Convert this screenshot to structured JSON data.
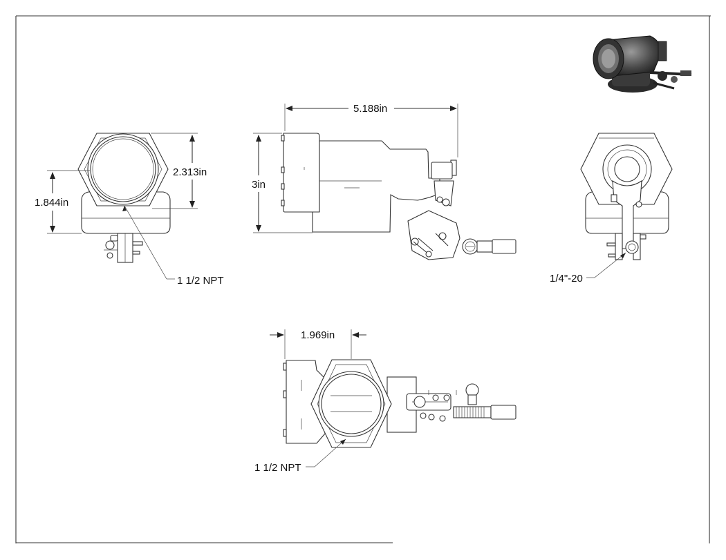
{
  "drawing": {
    "views": {
      "front": {
        "dim_overall_height": "2.313in",
        "dim_center_height": "1.844in",
        "callout_thread": "1 1/2 NPT"
      },
      "side": {
        "dim_length": "5.188in",
        "dim_height": "3in"
      },
      "rear": {
        "callout_thread": "1/4\"-20"
      },
      "top": {
        "dim_width": "1.969in",
        "callout_thread": "1 1/2 NPT"
      }
    },
    "iso_thumbnail": {
      "icon": "valve-3d-icon"
    }
  }
}
